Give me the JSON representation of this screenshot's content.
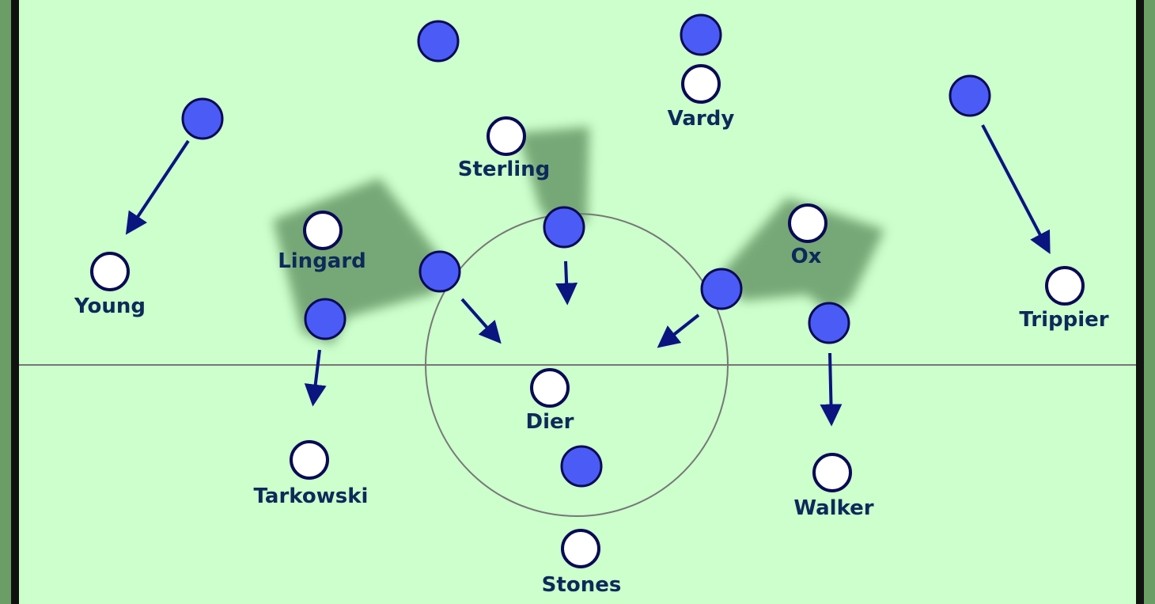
{
  "diagram": {
    "colors": {
      "pitch": "#ccffcc",
      "border_green": "#6a9e66",
      "border_dark": "#111111",
      "white_team_fill": "#ffffff",
      "blue_team_fill": "#4a5cf5",
      "outline": "#0a0a55",
      "arrow": "#0a1580",
      "shadow": "#5a8a5a",
      "line": "#777777",
      "label": "#0d2a5a"
    },
    "white_players": [
      {
        "name": "Vardy"
      },
      {
        "name": "Sterling"
      },
      {
        "name": "Lingard"
      },
      {
        "name": "Ox"
      },
      {
        "name": "Young"
      },
      {
        "name": "Trippier"
      },
      {
        "name": "Dier"
      },
      {
        "name": "Tarkowski"
      },
      {
        "name": "Walker"
      },
      {
        "name": "Stones"
      }
    ]
  }
}
